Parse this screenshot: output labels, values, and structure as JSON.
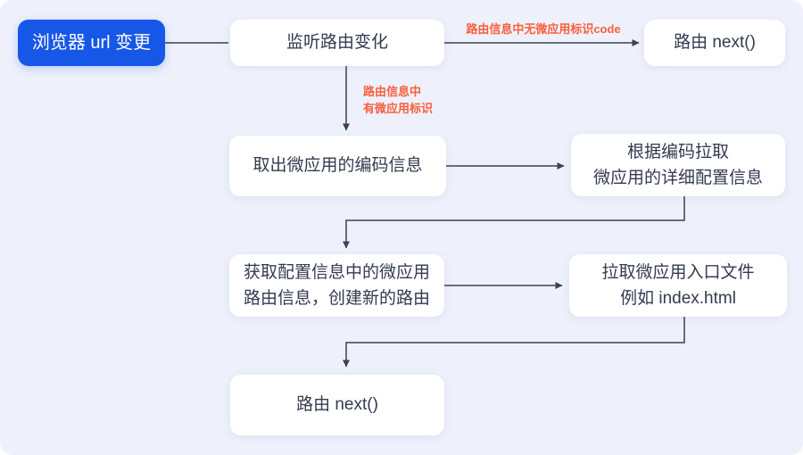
{
  "diagram": {
    "title_semantic": "micro-frontend route handling flowchart",
    "colors": {
      "background": "#eef1fb",
      "accent_blue": "#1757e8",
      "edge_label_red": "#f95e3e",
      "node_text": "#333b4f",
      "connector": "#3a4154"
    },
    "nodes": {
      "browser_url": {
        "label": "浏览器 url 变更"
      },
      "listen_route": {
        "label": "监听路由变化"
      },
      "route_next_top": {
        "label": "路由 next()"
      },
      "extract_code": {
        "label": "取出微应用的编码信息"
      },
      "fetch_config": {
        "line1": "根据编码拉取",
        "line2": "微应用的详细配置信息"
      },
      "create_route": {
        "line1": "获取配置信息中的微应用",
        "line2": "路由信息，创建新的路由"
      },
      "fetch_entry": {
        "line1": "拉取微应用入口文件",
        "line2": "例如 index.html"
      },
      "route_next_bottom": {
        "label": "路由 next()"
      }
    },
    "edge_labels": {
      "no_app_code": "路由信息中无微应用标识code",
      "has_app_code_line1": "路由信息中",
      "has_app_code_line2": "有微应用标识"
    }
  }
}
